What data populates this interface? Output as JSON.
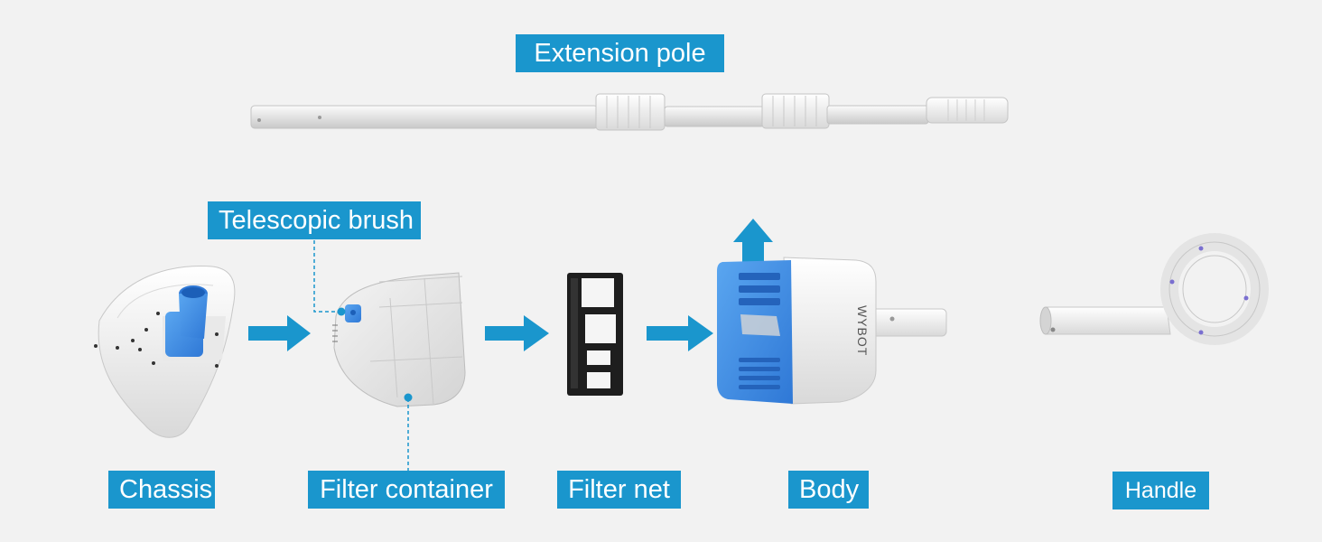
{
  "labels": {
    "extension_pole": "Extension pole",
    "telescopic_brush": "Telescopic brush",
    "chassis": "Chassis",
    "filter_container": "Filter container",
    "filter_net": "Filter net",
    "body": "Body",
    "handle": "Handle"
  },
  "body_brand_text": "WYBOT",
  "colors": {
    "label_bg": "#1a96cd",
    "arrow": "#1a96cd",
    "part_blue": "#3f8ee4",
    "part_white": "#f7f7f7",
    "background": "#f2f2f2"
  }
}
